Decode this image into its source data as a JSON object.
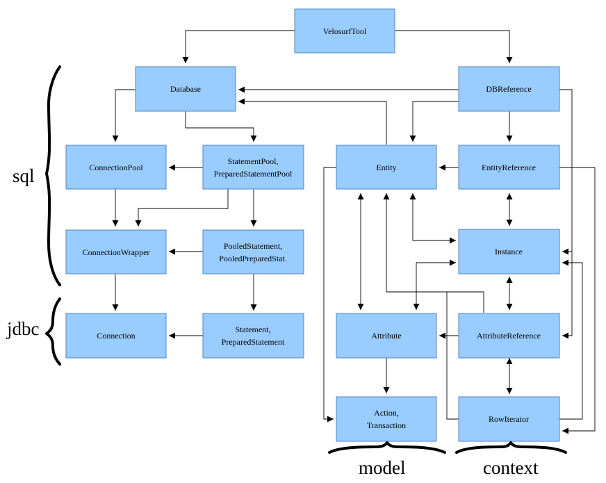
{
  "nodes": {
    "velosurftool": {
      "lines": [
        "VelosurfTool"
      ]
    },
    "database": {
      "lines": [
        "Database"
      ]
    },
    "dbreference": {
      "lines": [
        "DBReference"
      ]
    },
    "connectionpool": {
      "lines": [
        "ConnectionPool"
      ]
    },
    "statementpool": {
      "lines": [
        "StatementPool,",
        "PreparedStatementPool"
      ]
    },
    "entity": {
      "lines": [
        "Entity"
      ]
    },
    "entityreference": {
      "lines": [
        "EntityReference"
      ]
    },
    "connectionwrapper": {
      "lines": [
        "ConnectionWrapper"
      ]
    },
    "pooledstatement": {
      "lines": [
        "PooledStatement,",
        "PooledPreparedStat."
      ]
    },
    "instance": {
      "lines": [
        "Instance"
      ]
    },
    "connection": {
      "lines": [
        "Connection"
      ]
    },
    "statement": {
      "lines": [
        "Statement,",
        "PreparedStatement"
      ]
    },
    "attribute": {
      "lines": [
        "Attribute"
      ]
    },
    "attributereference": {
      "lines": [
        "AttributeReference"
      ]
    },
    "action": {
      "lines": [
        "Action,",
        "Transaction"
      ]
    },
    "rowiterator": {
      "lines": [
        "RowIterator"
      ]
    }
  },
  "groups": {
    "sql": "sql",
    "jdbc": "jdbc",
    "model": "model",
    "context": "context"
  },
  "colors": {
    "box_fill": "#99ccff",
    "box_border": "#4f86c6",
    "line": "#000000",
    "background": "#ffffff"
  }
}
